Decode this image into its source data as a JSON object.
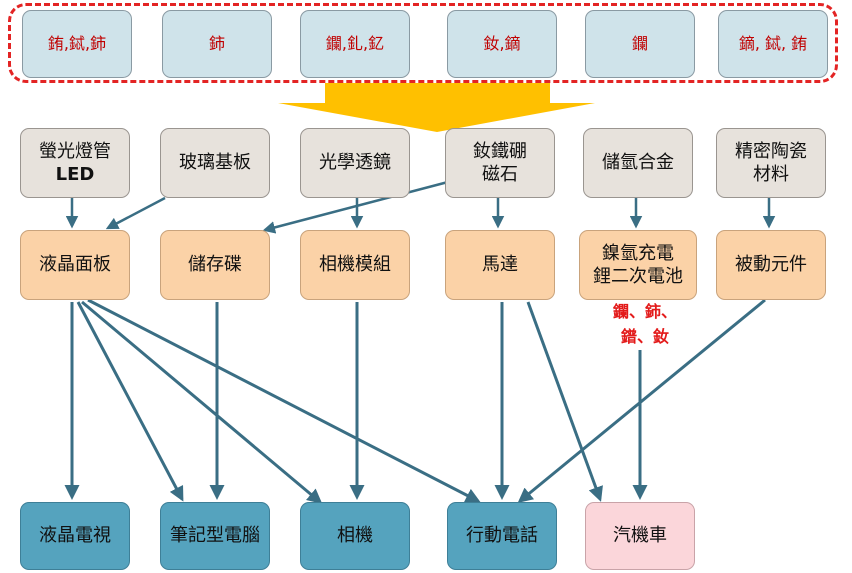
{
  "elements": [
    "銪,鋱,鈰",
    "鈰",
    "鑭,釓,釔",
    "釹,鏑",
    "鑭",
    "鏑, 鋱, 銪"
  ],
  "materials": [
    {
      "line1": "螢光燈管",
      "line2": "LED"
    },
    {
      "line1": "玻璃基板",
      "line2": ""
    },
    {
      "line1": "光學透鏡",
      "line2": ""
    },
    {
      "line1": "釹鐵硼",
      "line2": "磁石"
    },
    {
      "line1": "儲氫合金",
      "line2": ""
    },
    {
      "line1": "精密陶瓷",
      "line2": "材料"
    }
  ],
  "components": [
    {
      "line1": "液晶面板",
      "line2": ""
    },
    {
      "line1": "儲存碟",
      "line2": ""
    },
    {
      "line1": "相機模組",
      "line2": ""
    },
    {
      "line1": "馬達",
      "line2": ""
    },
    {
      "line1": "鎳氫充電",
      "line2": "鋰二次電池"
    },
    {
      "line1": "被動元件",
      "line2": ""
    }
  ],
  "battery_note": {
    "line1": "鑭、鈰、",
    "line2": "鐠、釹"
  },
  "products": [
    "液晶電視",
    "筆記型電腦",
    "相機",
    "行動電話",
    "汽機車"
  ],
  "colors": {
    "element_fill": "#cfe3ea",
    "element_text": "#c00000",
    "material_fill": "#e7e2dc",
    "component_fill": "#fbd2a7",
    "product_fill": "#55a3be",
    "product_pink": "#fbd6da",
    "dash": "#e32424",
    "big_arrow": "#ffc000",
    "arrow": "#3a6e84"
  }
}
